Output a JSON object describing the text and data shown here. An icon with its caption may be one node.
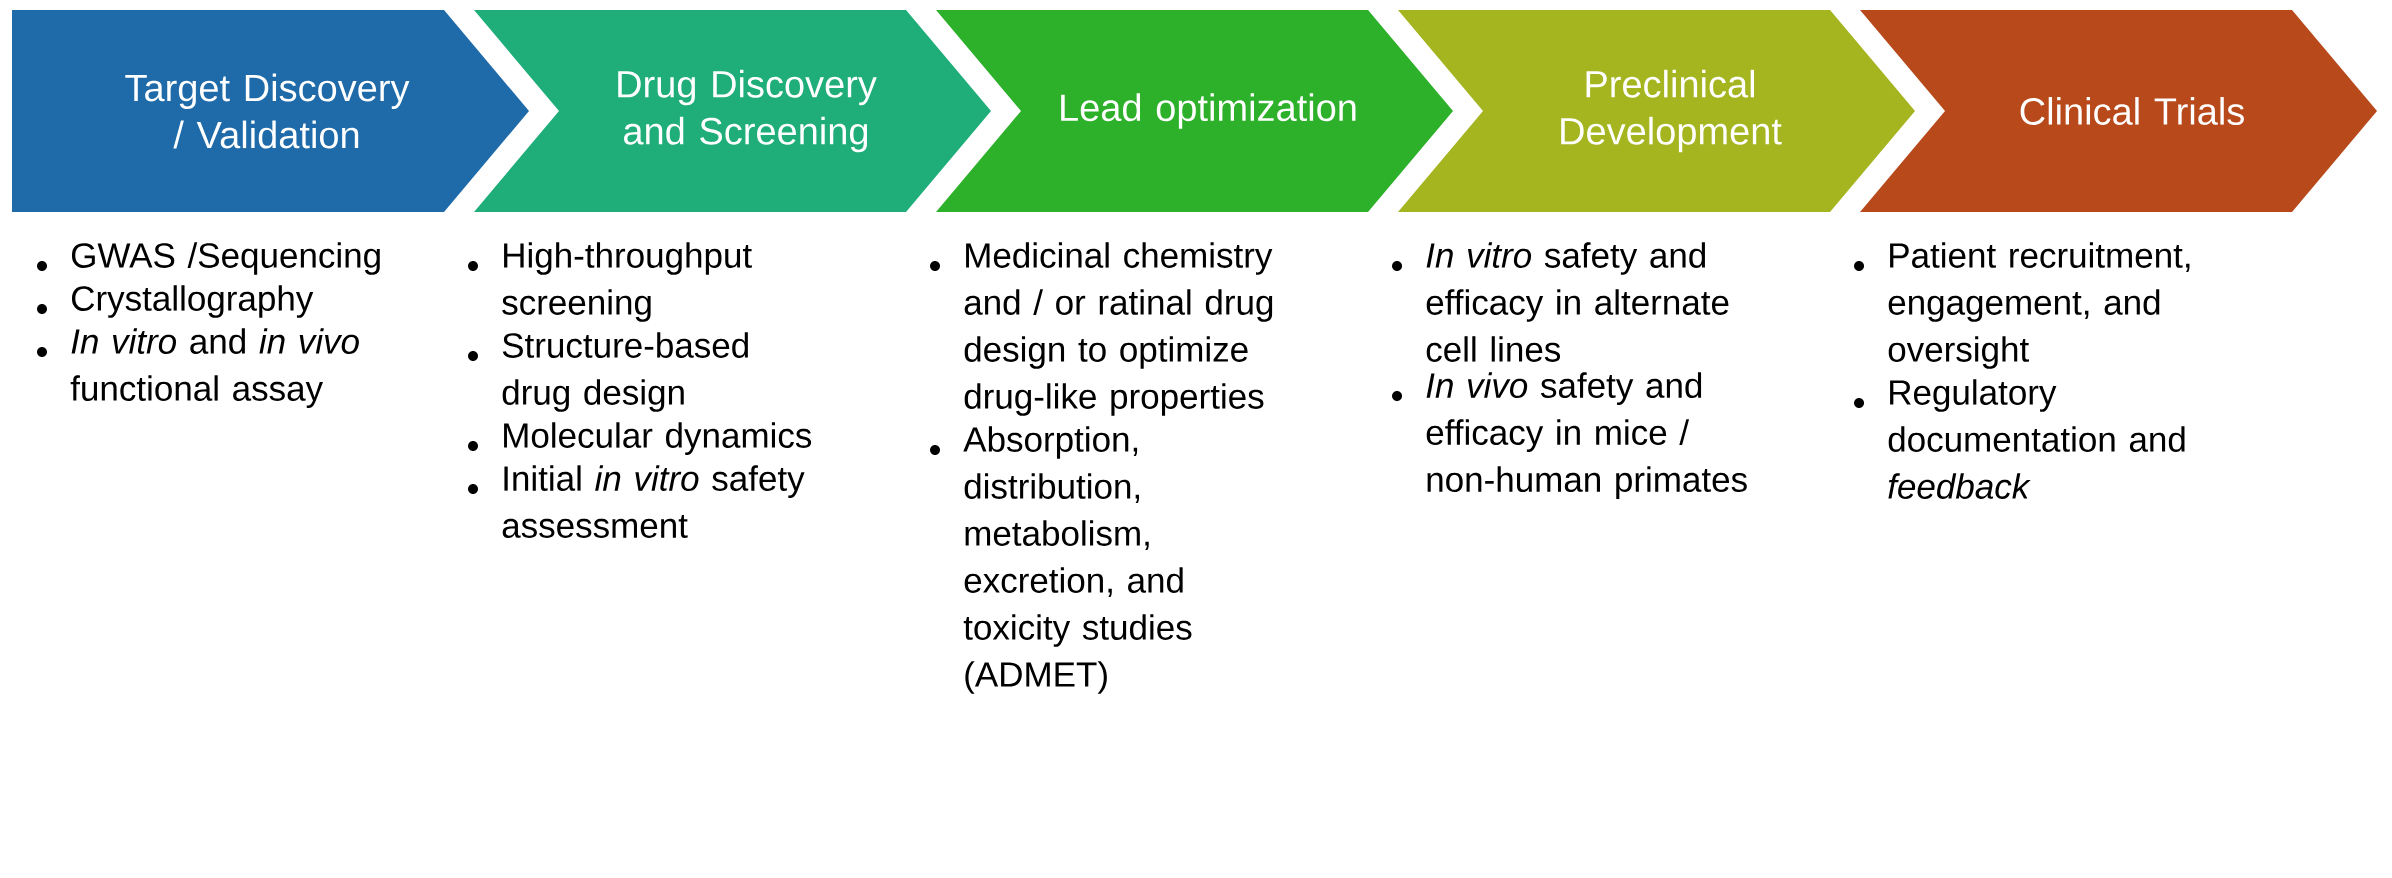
{
  "diagram": {
    "nodes": [
      {
        "text": [
          "Target Discovery / Validation"
        ],
        "beside": [
          "GWAS /Sequencing",
          "Crystallography",
          "*In vitro* and *in vivo* functional assay"
        ]
      },
      {
        "text": [
          "Drug Discovery and Screening"
        ],
        "beside": [
          "High-throughput screening",
          "Structure-based drug design",
          "Molecular dynamics",
          "Initial *in vitro* safety assessment"
        ]
      },
      {
        "text": [
          "Lead optimization"
        ],
        "beside": [
          "Medicinal chemistry and / or ratinal drug design to optimize drug-like properties",
          "Absorption, distribution, metabolism, excretion, and toxicity studies (ADMET)"
        ]
      },
      {
        "text": [
          "Preclinical Development"
        ],
        "beside": [
          "*In vitro* safety and efficacy in alternate cell lines",
          "*In vivo* safety and efficacy in mice / non-human primates"
        ]
      },
      {
        "text": [
          "Clinical Trials"
        ],
        "beside": [
          "Patient recruitment, engagement, and oversight",
          "Regulatory documentation and *feedback*"
        ]
      }
    ]
  }
}
